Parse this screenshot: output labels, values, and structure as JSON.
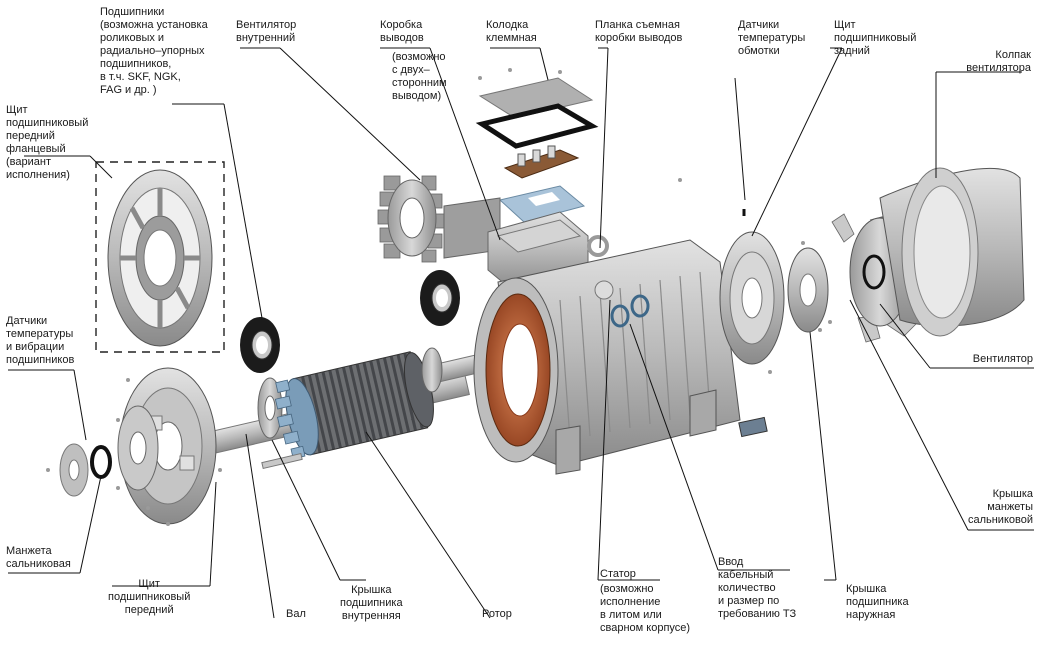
{
  "labels": {
    "bearings": "Подшипники\n(возможна установка\nроликовых и\nрадиально–упорных\nподшипников,\nв т.ч. SKF, NGK,\nFAG и др. )",
    "fan_inner": "Вентилятор\nвнутренний",
    "terminal_box": "Коробка\nвыводов",
    "terminal_box_note": "(возможно\nс двух–\nсторонним\nвыводом)",
    "terminal_block": "Колодка\nклеммная",
    "box_plate": "Планка съемная\nкоробки выводов",
    "winding_sensors": "Датчики\nтемпературы\nобмотки",
    "shield_rear": "Щит\nподшипниковый\nзадний",
    "fan_cover": "Колпак\nвентилятора",
    "shield_front_flange": "Щит\nподшипниковый\nпередний\nфланцевый\n(вариант\nисполнения)",
    "bearing_sensors": "Датчики\nтемпературы\nи вибрации\nподшипников",
    "fan": "Вентилятор",
    "seal_cover": "Крышка\nманжеты\nсальниковой",
    "seal": "Манжета\nсальниковая",
    "shield_front": "Щит\nподшипниковый\nпередний",
    "shaft": "Вал",
    "bearing_cover_inner": "Крышка\nподшипника\nвнутренняя",
    "rotor": "Ротор",
    "stator": "Статор",
    "stator_note": "(возможно\nисполнение\nв литом или\nсварном корпусе)",
    "cable_entry": "Ввод\nкабельный\nколичество\nи размер по\nтребованию ТЗ",
    "bearing_cover_outer": "Крышка\nподшипника\nнаружная"
  }
}
